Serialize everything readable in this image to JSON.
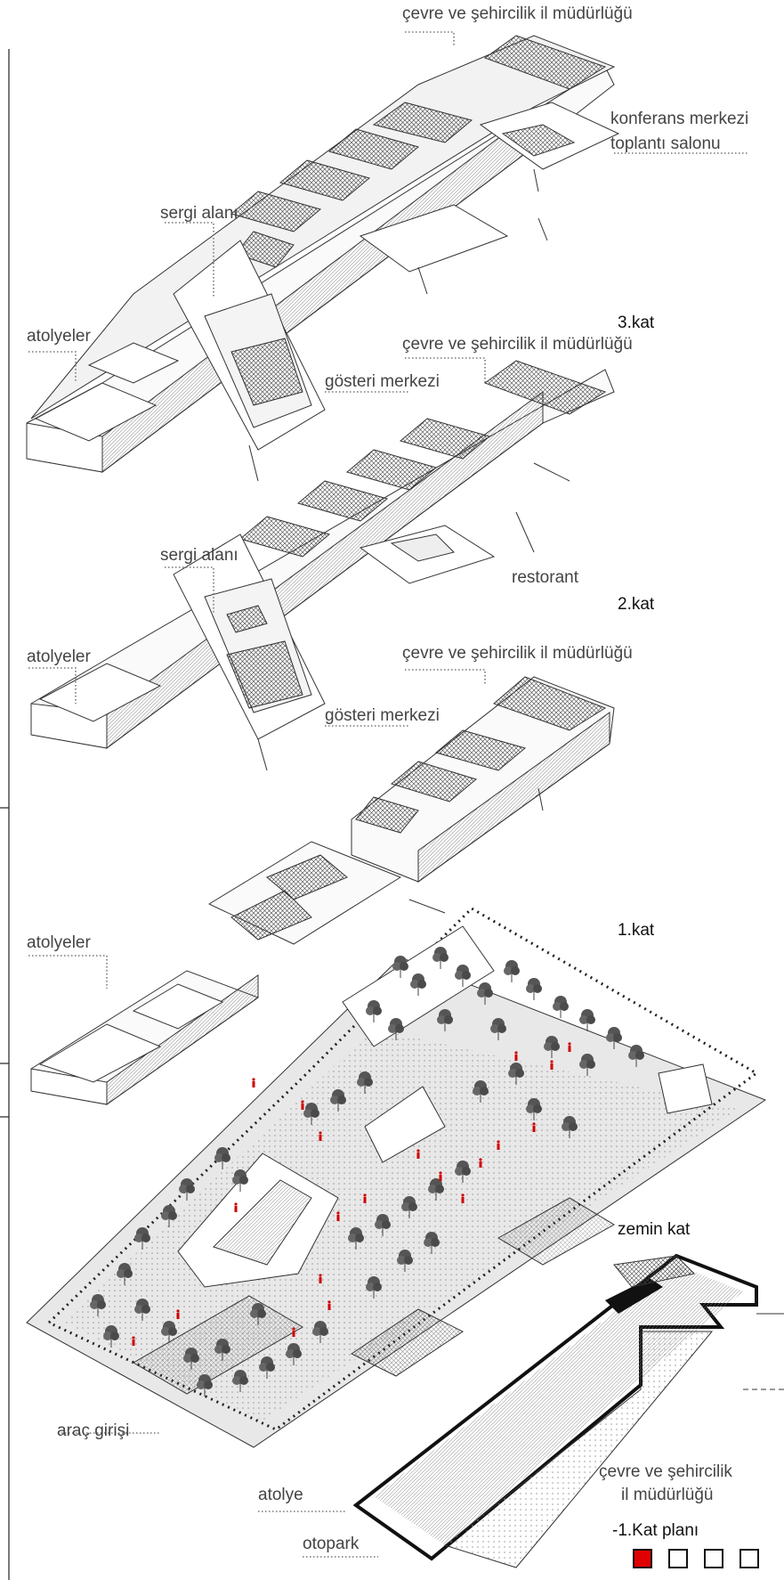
{
  "labels": {
    "cevre_top": "çevre ve şehircilik il müdürlüğü",
    "konferans_1": "konferans merkezi",
    "konferans_2": "toplantı salonu",
    "sergi_3": "sergi alanı",
    "atolyeler_3": "atolyeler",
    "gosteri_3": "gösteri merkezi",
    "cevre_2": "çevre ve şehircilik il müdürlüğü",
    "sergi_2": "sergi alanı",
    "restorant": "restorant",
    "atolyeler_2": "atolyeler",
    "cevre_1": "çevre ve şehircilik il müdürlüğü",
    "gosteri_2": "gösteri merkezi",
    "atolyeler_1": "atolyeler",
    "arac_girisi": "araç girişi",
    "atolye": "atolye",
    "otopark": "otopark",
    "cevre_b1": "çevre ve şehircilik",
    "cevre_b2": "il müdürlüğü"
  },
  "floors": {
    "kat3": "3.kat",
    "kat2": "2.kat",
    "kat1": "1.kat",
    "zemin": "zemin kat",
    "bodrum": "-1.Kat planı"
  },
  "legend": {
    "active_index": 0,
    "count": 4,
    "active_color": "#e00000"
  }
}
